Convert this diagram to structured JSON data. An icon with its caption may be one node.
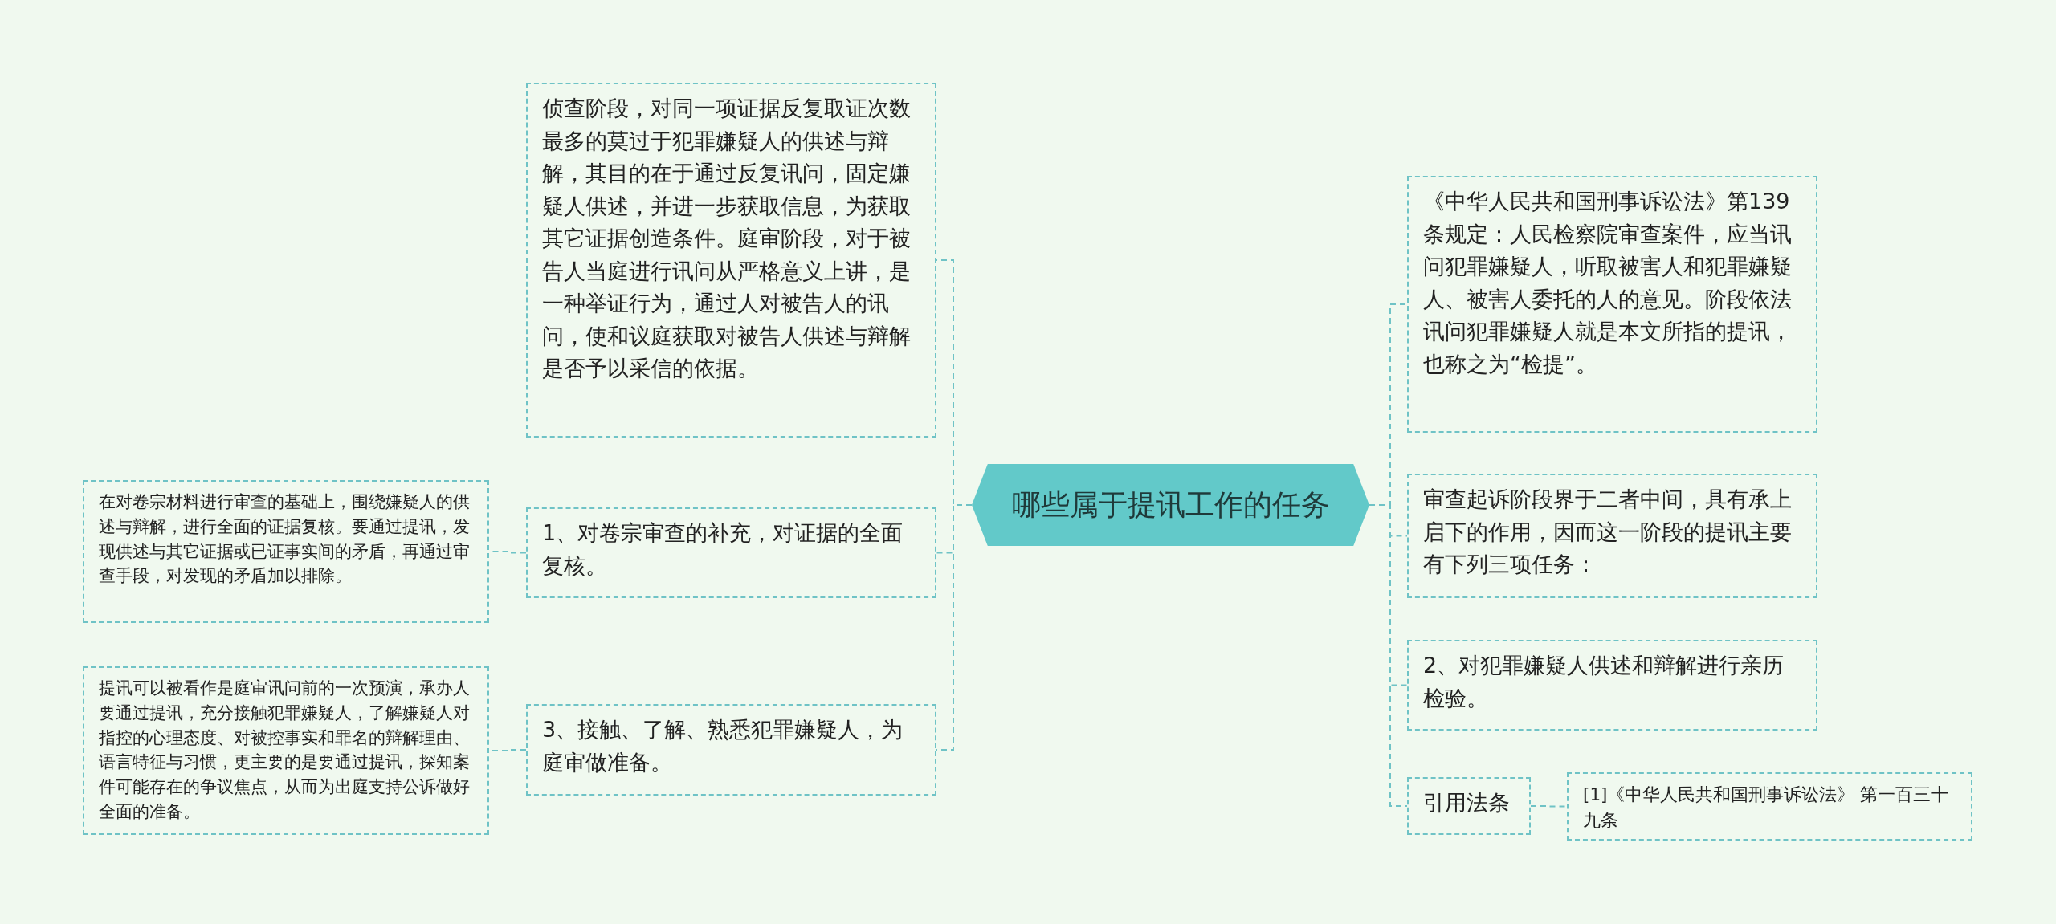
{
  "diagram": {
    "nodes": [
      {
        "text": [
          "哪些属于提讯工作的任务"
        ]
      },
      {
        "text": [
          "侦查阶段，对同一项证据反复取证次数最多的莫过于犯罪嫌疑人的供述与辩解，其目的在于通过反复讯问，固定嫌疑人供述，并进一步获取信息，为获取其它证据创造条件。庭审阶段，对于被告人当庭进行讯问从严格意义上讲，是一种举证行为，通过人对被告人的讯问，使和议庭获取对被告人供述与辩解是否予以采信的依据。"
        ]
      },
      {
        "text": [
          "1、对卷宗审查的补充，对证据的全面复核。"
        ]
      },
      {
        "text": [
          "在对卷宗材料进行审查的基础上，围绕嫌疑人的供述与辩解，进行全面的证据复核。要通过提讯，发现供述与其它证据或已证事实间的矛盾，再通过审查手段，对发现的矛盾加以排除。"
        ]
      },
      {
        "text": [
          "3、接触、了解、熟悉犯罪嫌疑人，为庭审做准备。"
        ]
      },
      {
        "text": [
          "提讯可以被看作是庭审讯问前的一次预演，承办人要通过提讯，充分接触犯罪嫌疑人，了解嫌疑人对指控的心理态度、对被控事实和罪名的辩解理由、语言特征与习惯，更主要的是要通过提讯，探知案件可能存在的争议焦点，从而为出庭支持公诉做好全面的准备。"
        ]
      },
      {
        "text": [
          "《中华人民共和国刑事诉讼法》第139条规定：人民检察院审查案件，应当讯问犯罪嫌疑人，听取被害人和犯罪嫌疑人、被害人委托的人的意见。阶段依法讯问犯罪嫌疑人就是本文所指的提讯，也称之为“检提”。"
        ]
      },
      {
        "text": [
          "审查起诉阶段界于二者中间，具有承上启下的作用，因而这一阶段的提讯主要有下列三项任务："
        ]
      },
      {
        "text": [
          "2、对犯罪嫌疑人供述和辩解进行亲历检验。"
        ]
      },
      {
        "text": [
          "引用法条"
        ]
      },
      {
        "text": [
          "[1]《中华人民共和国刑事诉讼法》 第一百三十九条"
        ]
      }
    ],
    "edges": [
      {
        "from": 0,
        "to": 1,
        "arrow": "none"
      },
      {
        "from": 0,
        "to": 2,
        "arrow": "none"
      },
      {
        "from": 0,
        "to": 4,
        "arrow": "none"
      },
      {
        "from": 2,
        "to": 3,
        "arrow": "none"
      },
      {
        "from": 4,
        "to": 5,
        "arrow": "none"
      },
      {
        "from": 0,
        "to": 6,
        "arrow": "none"
      },
      {
        "from": 0,
        "to": 7,
        "arrow": "none"
      },
      {
        "from": 0,
        "to": 8,
        "arrow": "none"
      },
      {
        "from": 0,
        "to": 9,
        "arrow": "none"
      },
      {
        "from": 9,
        "to": 10,
        "arrow": "none"
      }
    ]
  }
}
